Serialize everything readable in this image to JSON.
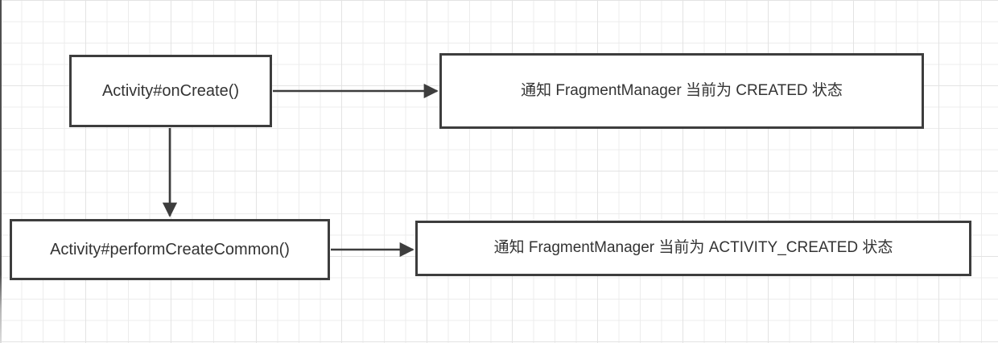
{
  "diagram": {
    "nodes": [
      {
        "id": "activity-oncreate",
        "label": "Activity#onCreate()"
      },
      {
        "id": "notify-created",
        "label": "通知 FragmentManager 当前为 CREATED 状态"
      },
      {
        "id": "activity-performcreatecommon",
        "label": "Activity#performCreateCommon()"
      },
      {
        "id": "notify-activity-created",
        "label": "通知 FragmentManager 当前为 ACTIVITY_CREATED 状态"
      }
    ],
    "edges": [
      {
        "from": "activity-oncreate",
        "to": "notify-created",
        "direction": "right"
      },
      {
        "from": "activity-oncreate",
        "to": "activity-performcreatecommon",
        "direction": "down"
      },
      {
        "from": "activity-performcreatecommon",
        "to": "notify-activity-created",
        "direction": "right"
      }
    ]
  },
  "colors": {
    "background": "#ffffff",
    "grid_minor": "#ececec",
    "grid_major": "#e3e3e3",
    "node_border": "#3d3d3d",
    "node_fill": "#ffffff",
    "text": "#333333",
    "arrow": "#3d3d3d"
  }
}
